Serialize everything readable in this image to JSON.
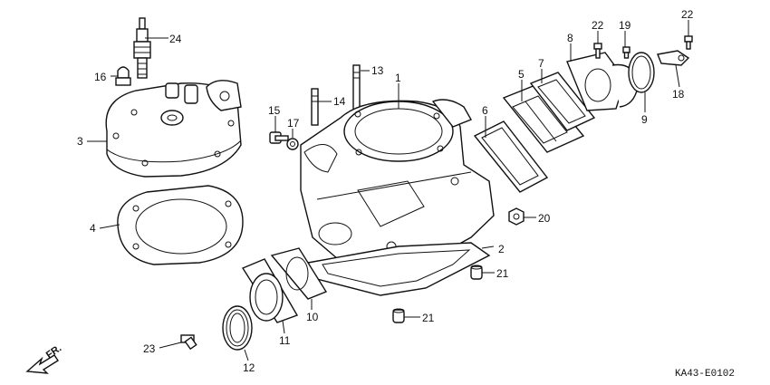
{
  "diagram": {
    "code": "KA43-E0102",
    "front_label": "FR.",
    "callouts": {
      "c1": "1",
      "c2": "2",
      "c3": "3",
      "c4": "4",
      "c5": "5",
      "c6": "6",
      "c7": "7",
      "c8": "8",
      "c9": "9",
      "c10": "10",
      "c11": "11",
      "c12": "12",
      "c13": "13",
      "c14": "14",
      "c15": "15",
      "c16": "16",
      "c17": "17",
      "c18": "18",
      "c19": "19",
      "c20": "20",
      "c21a": "21",
      "c21b": "21",
      "c22a": "22",
      "c22b": "22",
      "c23": "23",
      "c24": "24"
    }
  }
}
